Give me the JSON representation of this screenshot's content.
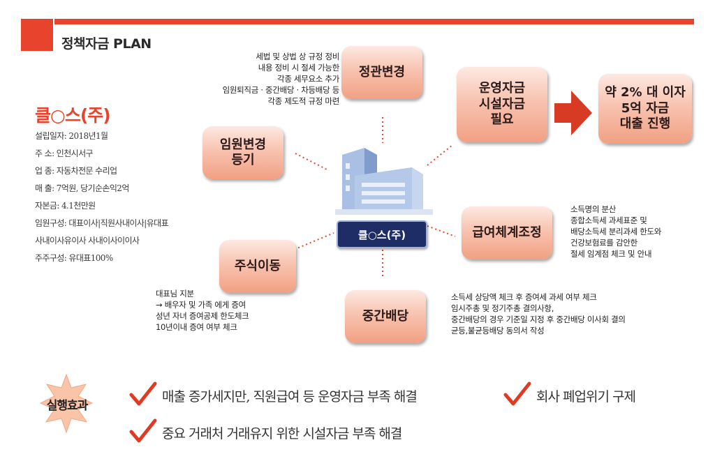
{
  "header": {
    "title": "정책자금 PLAN"
  },
  "company": {
    "name": "클○스(주)",
    "info": [
      "설립일자: 2018년1월",
      "주    소: 인천시서구",
      "업    종: 자동차전문 수리업",
      "매    출: 7억원, 당기순손익2억",
      "자본금: 4.1천만원",
      "임원구성: 대표이사|직원사내이사|유대표",
      "사내이사유이사 사내이사이이사",
      "주주구성: 유대표100%"
    ]
  },
  "center": {
    "label": "클○스(주)"
  },
  "boxes": {
    "articles": "정관변경",
    "officer": "임원변경\n등기",
    "stock": "주식이동",
    "dividend": "중간배당",
    "salary": "급여체계조정",
    "funds": "운영자금\n시설자금\n필요",
    "loan": "약 2% 대 이자\n5억 자금\n대출 진행"
  },
  "notes": {
    "articles": "세법 및 상법 상 규정 정비\n내용 정비 시 절세 가능한\n각종 세무요소 추가\n임원퇴직금 · 중간배당 · 차등배당 등\n각종 제도적 규정 마련",
    "stock": "대표님 지분\n→ 배우자 및 가족 에게 증여\n성년 자녀 증여공제 한도체크\n10년이내 증여 여부 체크",
    "salary": "소득명의 분산\n종합소득세  과세표준 및\n배당소득세 분리과세 한도와\n건강보험료를 감안한\n절세 임계점  체크 및 안내",
    "dividend": "소득세 상당액 체크 후 증여세 과세 여부 체크\n임시주총 및 정기주총 결의사항,\n중간배당의 경우 기준일 지정 후 중간배당 이사회 결의\n균등,불균등배당 동의서 작성"
  },
  "effects": {
    "badge": "실행효과",
    "items": [
      "매출 증가세지만, 직원급여 등 운영자금 부족 해결",
      "회사 폐업위기 구제",
      "중요 거래처 거래유지 위한 시설자금 부족 해결"
    ]
  },
  "colors": {
    "accent": "#e8432c",
    "navy": "#1f2d66",
    "box_gradient": [
      "#fde9e2",
      "#f1a083"
    ]
  }
}
